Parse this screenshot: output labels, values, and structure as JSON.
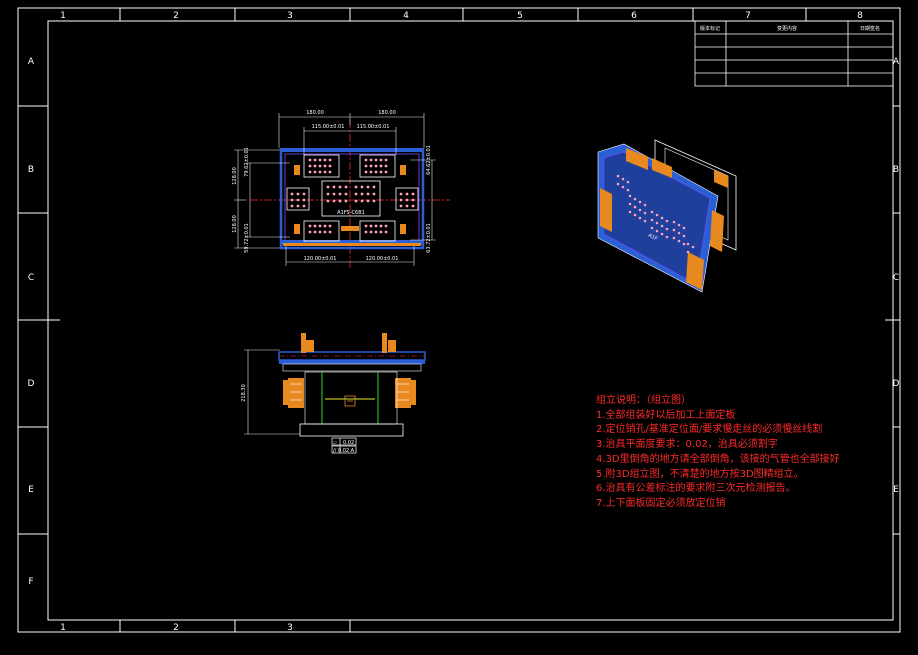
{
  "frame": {
    "column_labels_top": [
      "1",
      "2",
      "3",
      "4",
      "5",
      "6",
      "7",
      "8"
    ],
    "column_labels_bottom": [
      "1",
      "2",
      "3"
    ],
    "row_labels": [
      "A",
      "B",
      "C",
      "D",
      "E",
      "F"
    ]
  },
  "revision_table": {
    "headers": [
      "版本标记",
      "变更内容",
      "日期签名"
    ],
    "rows": 5
  },
  "top_view": {
    "dim_top_left": "180.00",
    "dim_top_right": "180.00",
    "dim_inner_left": "115.00±0.01",
    "dim_inner_right": "115.00±0.01",
    "dim_bottom_left": "120.00±0.01",
    "dim_bottom_right": "120.00±0.01",
    "dim_left_outer_top": "128.00",
    "dim_left_outer_bottom": "128.00",
    "dim_left_inner_top": "79.62±0.01",
    "dim_left_inner_bottom": "59.72±0.01",
    "dim_right_top": "64.62±0.01",
    "dim_right_bottom": "63.72±0.01",
    "center_label": "A1FS-C6B1"
  },
  "side_view": {
    "height_dim": "218.30",
    "flatness_symbol": "▱",
    "flatness_value": "0.02",
    "parallel_label": "// 0.02 A"
  },
  "iso_view": {
    "label": "A1F"
  },
  "notes": {
    "title": "组立说明：（组立图）",
    "items": [
      "1.全部组装好以后加工上面定板",
      "2.定位销孔/基准定位面/要求慢走丝的必须慢丝线割",
      "3.治具平面度要求：0.02，治具必须割字",
      "4.3D里倒角的地方请全部倒角，该接的气管也全部接好",
      "5.附3D组立图，不清楚的地方按3D图精组立。",
      "6.治具有公差标注的要求附三次元检测报告。",
      "7.上下面板固定必须放定位销"
    ]
  },
  "colors": {
    "background": "#000000",
    "frame": "#ffffff",
    "plate_blue": "#2a5fd6",
    "part_orange": "#e8891f",
    "dim_line": "#e8e8e8",
    "center_line": "#ff3030",
    "holes_pink": "#ff9fb8",
    "note_text": "#ff2a2a"
  }
}
